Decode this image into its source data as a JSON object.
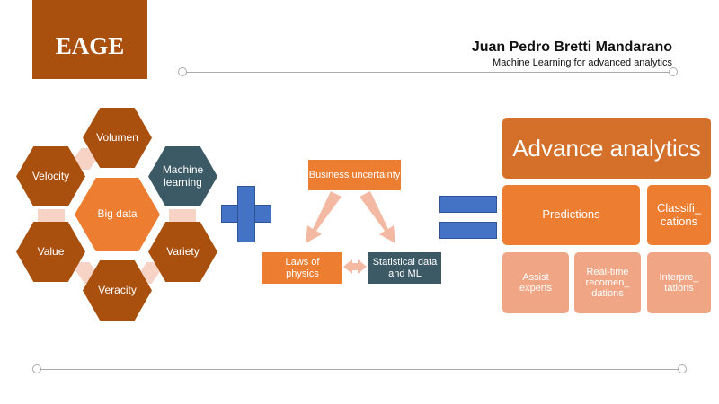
{
  "header": {
    "logo": "EAGE",
    "title": "Juan Pedro Bretti Mandarano",
    "subtitle": "Machine Learning for advanced analytics"
  },
  "hexagons": {
    "center": "Big data",
    "volumen": "Volumen",
    "velocity": "Velocity",
    "machine_learning": "Machine learning",
    "value": "Value",
    "variety": "Variety",
    "veracity": "Veracity"
  },
  "triangle": {
    "top": "Business uncertainty",
    "left": "Laws of physics",
    "right": "Statistical data and ML"
  },
  "results": {
    "main": "Advance analytics",
    "predictions": "Predictions",
    "classifications": "Classifi_ cations",
    "assist": "Assist experts",
    "realtime": "Real-time recomen_ dations",
    "interpretations": "Interpre_ tations"
  },
  "colors": {
    "brown": "#A9500F",
    "teal": "#3C5A66",
    "orange": "#ED7D31",
    "blue": "#4472C4"
  }
}
